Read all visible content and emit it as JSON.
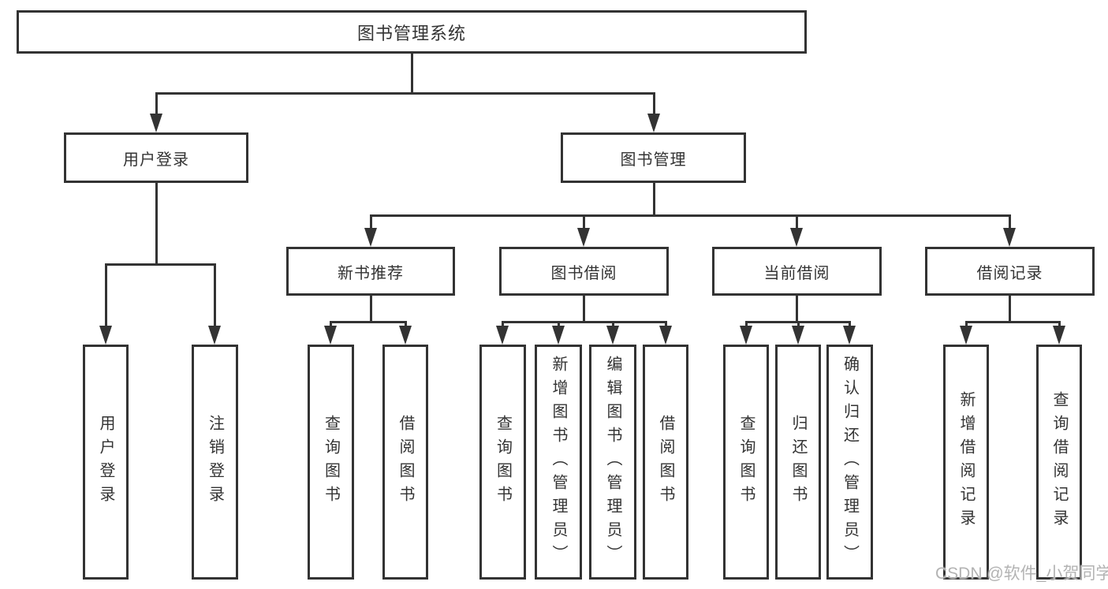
{
  "diagram": {
    "type": "tree",
    "root": {
      "label": "图书管理系统"
    },
    "level2": [
      {
        "label": "用户登录",
        "parent": "图书管理系统"
      },
      {
        "label": "图书管理",
        "parent": "图书管理系统"
      }
    ],
    "level3": [
      {
        "label": "新书推荐",
        "parent": "图书管理"
      },
      {
        "label": "图书借阅",
        "parent": "图书管理"
      },
      {
        "label": "当前借阅",
        "parent": "图书管理"
      },
      {
        "label": "借阅记录",
        "parent": "图书管理"
      }
    ],
    "level4": [
      {
        "label": "用户登录",
        "parent": "用户登录"
      },
      {
        "label": "注销登录",
        "parent": "用户登录"
      },
      {
        "label": "查询图书",
        "parent": "新书推荐"
      },
      {
        "label": "借阅图书",
        "parent": "新书推荐"
      },
      {
        "label": "查询图书",
        "parent": "图书借阅"
      },
      {
        "label": "新增图书（管理员）",
        "parent": "图书借阅"
      },
      {
        "label": "编辑图书（管理员）",
        "parent": "图书借阅"
      },
      {
        "label": "借阅图书",
        "parent": "图书借阅"
      },
      {
        "label": "查询图书",
        "parent": "当前借阅"
      },
      {
        "label": "归还图书",
        "parent": "当前借阅"
      },
      {
        "label": "确认归还（管理员）",
        "parent": "当前借阅"
      },
      {
        "label": "新增借阅记录",
        "parent": "借阅记录"
      },
      {
        "label": "查询借阅记录",
        "parent": "借阅记录"
      }
    ],
    "watermark": {
      "text": "CSDN @软件_小贺同学"
    },
    "colors": {
      "line": "#333333",
      "text": "#333333",
      "background": "#ffffff",
      "watermark": "#b3b3b3"
    }
  }
}
